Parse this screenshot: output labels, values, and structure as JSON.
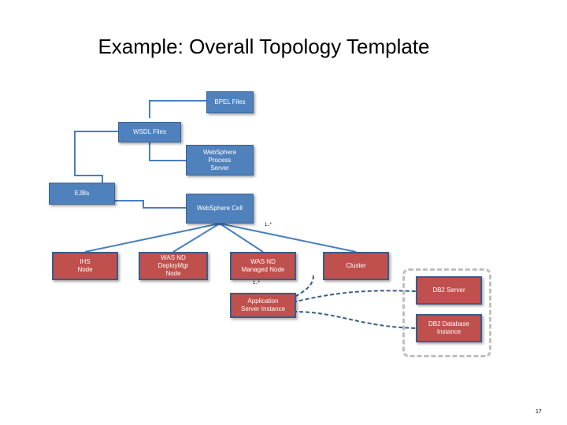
{
  "title": "Example: Overall Topology Template",
  "nodes": {
    "bpel_files": "BPEL Files",
    "wsdl_files": "WSDL Files",
    "websphere_process_server": "WebSphere\nProcess\nServer",
    "ejbs": "EJBs",
    "websphere_cell": "WebSphere Cell",
    "ihs_node": "IHS\nNode",
    "was_nd_deploymgr_node": "WAS ND\nDeployMgr\nNode",
    "was_nd_managed_node": "WAS ND\nManaged Node",
    "cluster": "Cluster",
    "db2_server": "DB2 Server",
    "application_server_instance": "Application\nServer Instance",
    "db2_database_instance": "DB2 Database\nInstance"
  },
  "multiplicity_labels": {
    "cell_to_nodes": "1..*",
    "managed_node_to_instance": "1..*"
  },
  "page_number": "17",
  "colors": {
    "artifact_fill": "#4f81bd",
    "node_fill": "#c0504d",
    "node_border": "#385d8a",
    "connector": "#4a7ebb",
    "dashed_connector": "#385d8a",
    "group_border": "#bfbfbf"
  }
}
